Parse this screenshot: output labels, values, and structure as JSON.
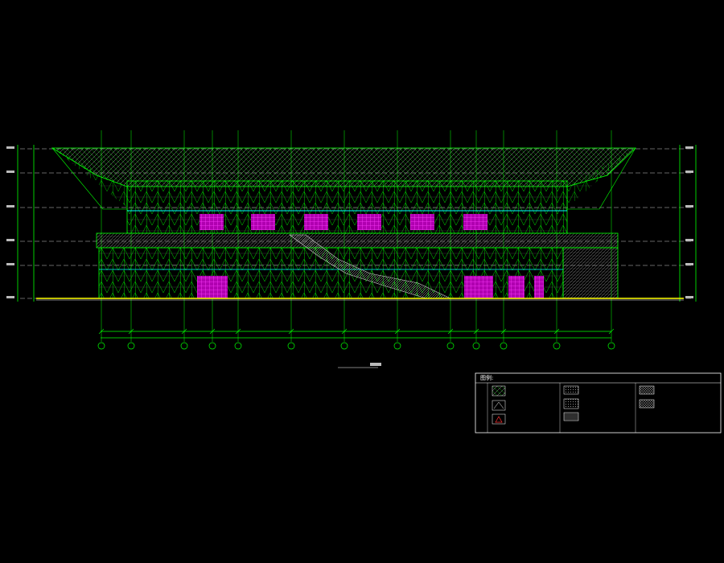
{
  "drawing": {
    "title": "",
    "axis_bubbles": [
      "",
      "",
      "",
      "",
      "",
      "",
      "",
      "",
      "",
      "",
      "",
      "",
      ""
    ],
    "level_tags_left": [
      "",
      "",
      "",
      "",
      "",
      "",
      ""
    ],
    "level_tags_right": [
      "",
      "",
      "",
      "",
      "",
      "",
      ""
    ]
  },
  "legend": {
    "title": "图例:",
    "items": [
      {
        "label": "",
        "pattern": "diag-hatch"
      },
      {
        "label": "",
        "pattern": "triangle-mark"
      },
      {
        "label": "",
        "pattern": "red-triangle"
      },
      {
        "label": "",
        "pattern": "dots"
      },
      {
        "label": "",
        "pattern": "dots"
      },
      {
        "label": "",
        "pattern": "horizontal-lines"
      },
      {
        "label": "",
        "pattern": "cross-hatch"
      },
      {
        "label": "",
        "pattern": "cross-hatch"
      }
    ]
  },
  "colors": {
    "background": "#000000",
    "structure": "#00ff00",
    "panel": "#bfbfbf",
    "curtain_wall": "#ff00ff",
    "ground": "#ffff00",
    "dimension": "#00ff00",
    "line_white": "#ffffff",
    "accent_cyan": "#00ffff"
  }
}
